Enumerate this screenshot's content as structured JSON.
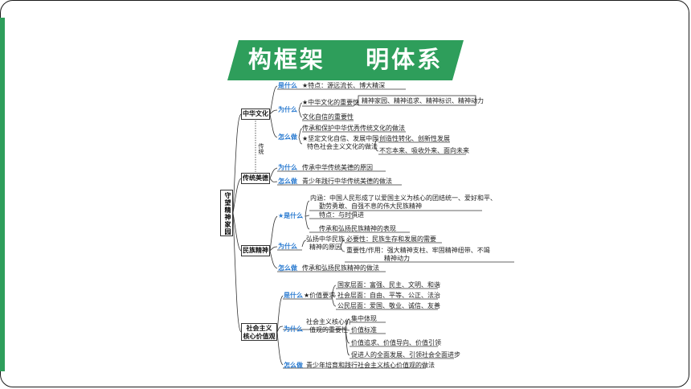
{
  "title": {
    "part1": "构框架",
    "part2": "明体系"
  },
  "colors": {
    "banner": "#2e9e5b",
    "accent_blue": "#2b7bd0",
    "line": "#333333"
  },
  "root": "守望精神家园",
  "sections": {
    "s1": {
      "label": "中华文化",
      "q_what": "是什么",
      "what_text": "★特点：源远流长、博大精深",
      "q_why": "为什么",
      "why_importance": "★中华文化的重要性",
      "why_importance_detail": "精神家园、精神追求、精神标识、精神动力",
      "why_confidence": "文化自信的重要性",
      "q_how": "怎么做",
      "how_1": "传承和保护中华优秀传统文化的做法",
      "how_2a": "★坚定文化自信、发展中国",
      "how_2b": "特色社会主义文化的做法",
      "how_2_detail1": "创造性转化、创新性发展",
      "how_2_detail2": "不忘本来、吸收外来、面向未来",
      "link_label": "传统"
    },
    "s2": {
      "label": "传统美德",
      "q_why": "为什么",
      "why_text": "传承中华传统美德的原因",
      "q_how": "怎么做",
      "how_text": "青少年践行中华传统美德的做法"
    },
    "s3": {
      "label": "民族精神",
      "q_what": "是什么",
      "what_content_a": "内涵：中国人民形成了以爱国主义为核心的团结统一、爱好和平、",
      "what_content_b": "勤劳勇敢、自强不息的伟大民族精神",
      "what_feature": "特点：与时俱进",
      "what_show": "传承和弘扬民族精神的表现",
      "q_why": "为什么",
      "why_a": "弘扬中华民族",
      "why_b": "精神的原因",
      "why_need": "必要性：民族生存和发展的需要",
      "why_importance_a": "重要性/作用：强大精神支柱、牢固精神纽带、不竭",
      "why_importance_b": "精神动力",
      "q_how": "怎么做",
      "how_text": "传承和弘扬民族精神的做法"
    },
    "s4": {
      "label_a": "社会主义",
      "label_b": "核心价值观",
      "q_what": "是什么",
      "what_text": "★价值要求",
      "what_country": "国家层面：富强、民主、文明、和谐",
      "what_society": "社会层面：自由、平等、公正、法治",
      "what_citizen": "公民层面：爱国、敬业、诚信、友善",
      "q_why": "为什么",
      "why_a": "社会主义核心价",
      "why_b": "值观的重要性",
      "why_1": "集中体现",
      "why_2": "价值标准",
      "why_3": "价值追求、价值导向、价值引领",
      "why_4": "促进人的全面发展、引领社会全面进步",
      "q_how": "怎么做",
      "how_text": "青少年培育和践行社会主义核心价值观的做法"
    }
  }
}
